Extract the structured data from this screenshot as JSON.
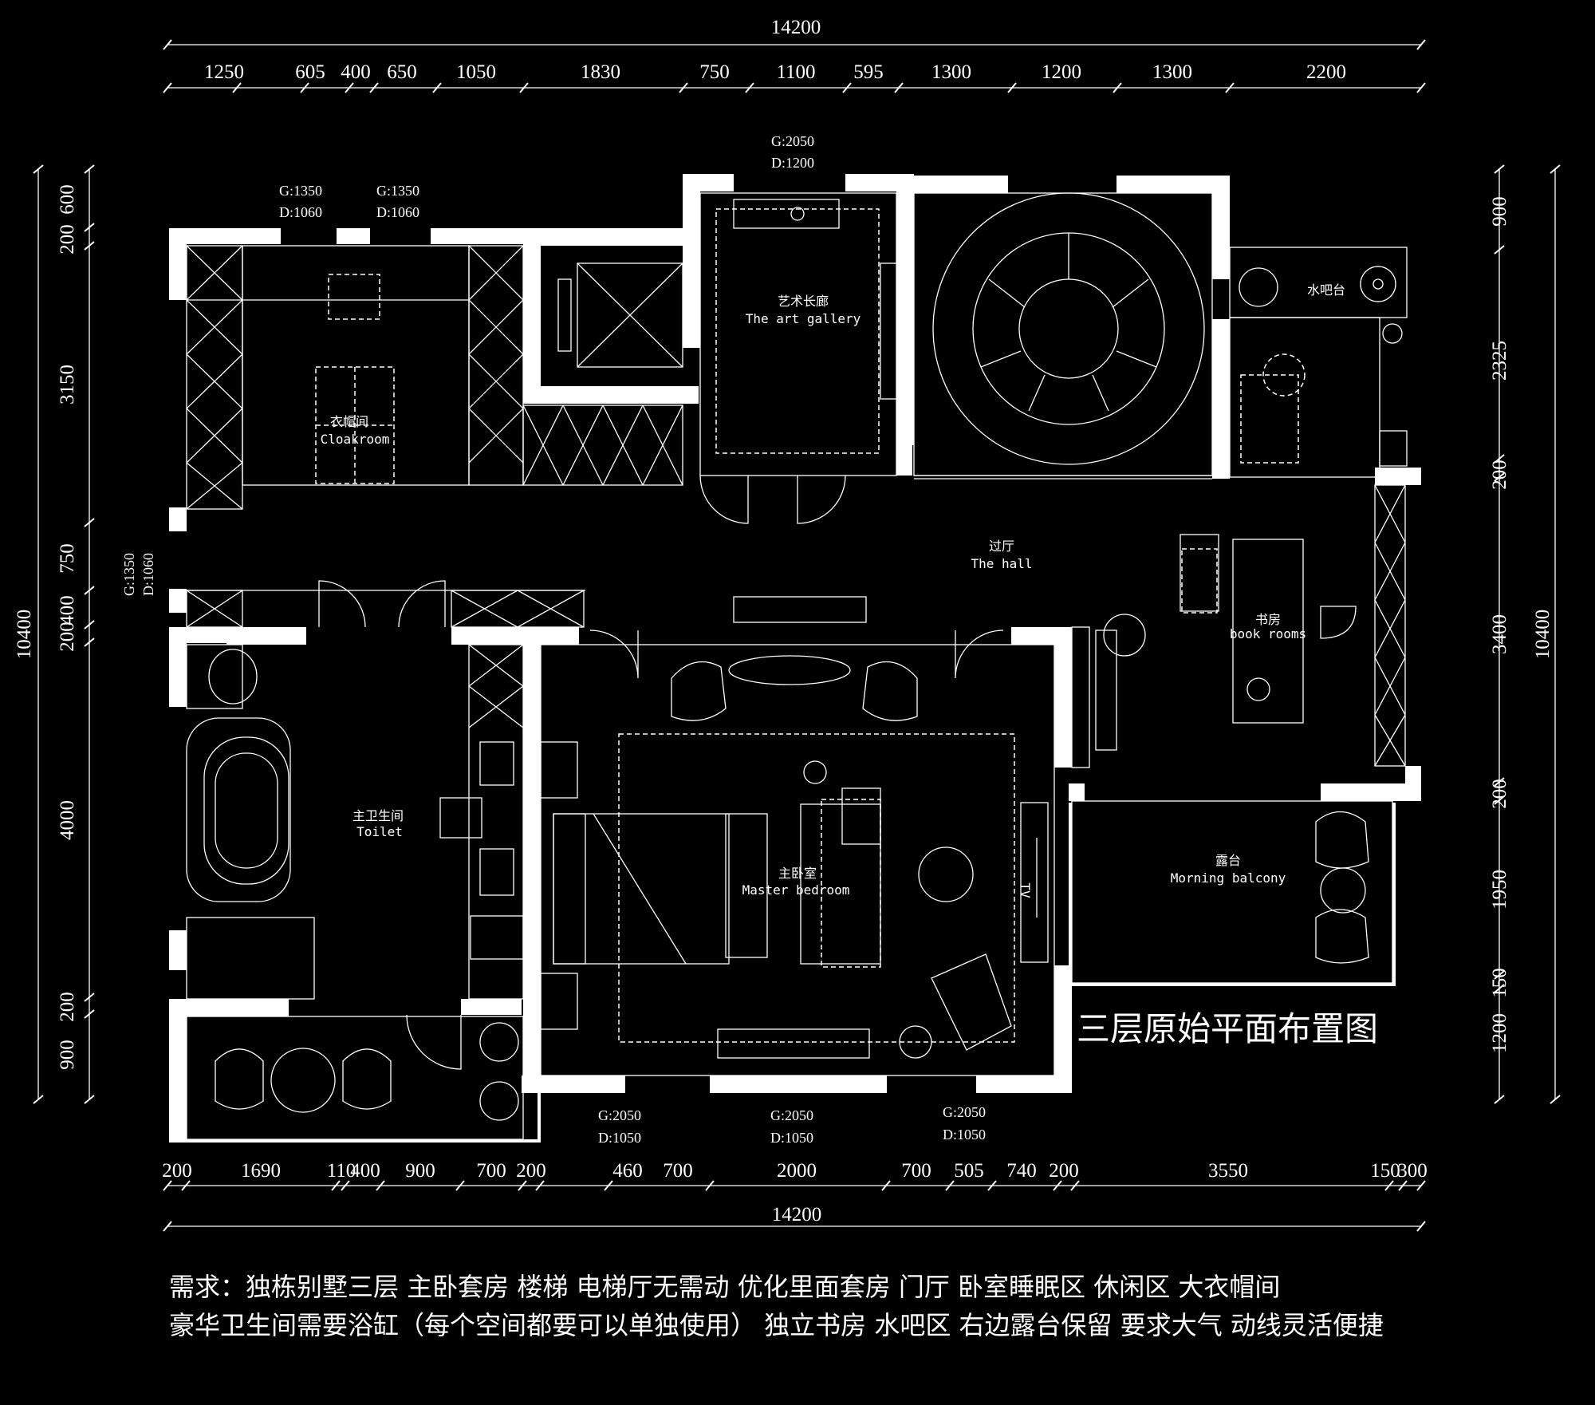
{
  "dimensions": {
    "total_width": "14200",
    "total_height": "10400",
    "top_segments": [
      "1250",
      "605",
      "400",
      "650",
      "1050",
      "1830",
      "750",
      "1100",
      "595",
      "1300",
      "1200",
      "1300",
      "2200"
    ],
    "bottom_segments": [
      "200",
      "1690",
      "110",
      "400",
      "900",
      "700",
      "200",
      "460",
      "700",
      "2000",
      "700",
      "505",
      "740",
      "200",
      "3550",
      "150",
      "300"
    ],
    "left_segments": [
      "600",
      "200",
      "3150",
      "750",
      "400",
      "200",
      "4000",
      "200",
      "900"
    ],
    "right_segments": [
      "900",
      "2325",
      "200",
      "3400",
      "200",
      "1950",
      "150",
      "1200"
    ]
  },
  "openings": {
    "top_g1": "G:1350",
    "top_d1": "D:1060",
    "top_g2": "G:1350",
    "top_d2": "D:1060",
    "top_g3": "G:2050",
    "top_d3": "D:1200",
    "left_g": "G:1350",
    "left_d": "D:1060",
    "bot_g1": "G:2050",
    "bot_d1": "D:1050",
    "bot_g2": "G:2050",
    "bot_d2": "D:1050",
    "bot_g3": "G:2050",
    "bot_d3": "D:1050"
  },
  "rooms": {
    "cloakroom": {
      "cn": "衣帽间",
      "en": "Cloakroom"
    },
    "gallery": {
      "cn": "艺术长廊",
      "en": "The art gallery"
    },
    "water_bar": {
      "cn": "水吧台"
    },
    "hall": {
      "cn": "过厅",
      "en": "The hall"
    },
    "book": {
      "cn": "书房",
      "en": "book rooms"
    },
    "toilet": {
      "cn": "主卫生间",
      "en": "Toilet"
    },
    "master": {
      "cn": "主卧室",
      "en": "Master bedroom"
    },
    "balcony": {
      "cn": "露台",
      "en": "Morning balcony"
    },
    "tv": "TV"
  },
  "plan_title": "三层原始平面布置图",
  "requirements": {
    "line1": "需求：独栋别墅三层 主卧套房 楼梯 电梯厅无需动 优化里面套房 门厅 卧室睡眠区 休闲区 大衣帽间",
    "line2": "豪华卫生间需要浴缸（每个空间都要可以单独使用） 独立书房 水吧区 右边露台保留 要求大气 动线灵活便捷"
  }
}
